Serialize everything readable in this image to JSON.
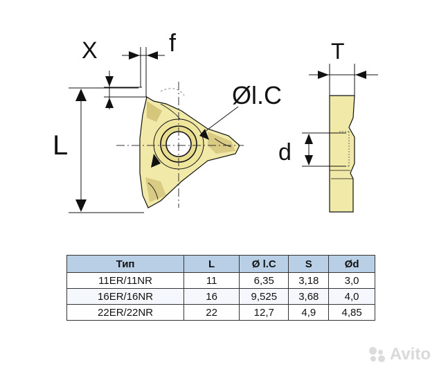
{
  "labels": {
    "x": "X",
    "f": "f",
    "l": "L",
    "ic": "Øl.C",
    "t": "T",
    "d": "d"
  },
  "table": {
    "headers": [
      "Тип",
      "L",
      "Ø l.C",
      "S",
      "Ød"
    ],
    "rows": [
      [
        "11ER/11NR",
        "11",
        "6,35",
        "3,18",
        "3,0"
      ],
      [
        "16ER/16NR",
        "16",
        "9,525",
        "3,68",
        "4,0"
      ],
      [
        "22ER/22NR",
        "22",
        "12,7",
        "4,9",
        "4,85"
      ]
    ]
  },
  "watermark": {
    "text": "Avito"
  },
  "colors": {
    "insert_fill": "#f1e9a8",
    "insert_shade": "#c9b76a",
    "header_fill": "#b9cfe6",
    "line": "#111111"
  }
}
